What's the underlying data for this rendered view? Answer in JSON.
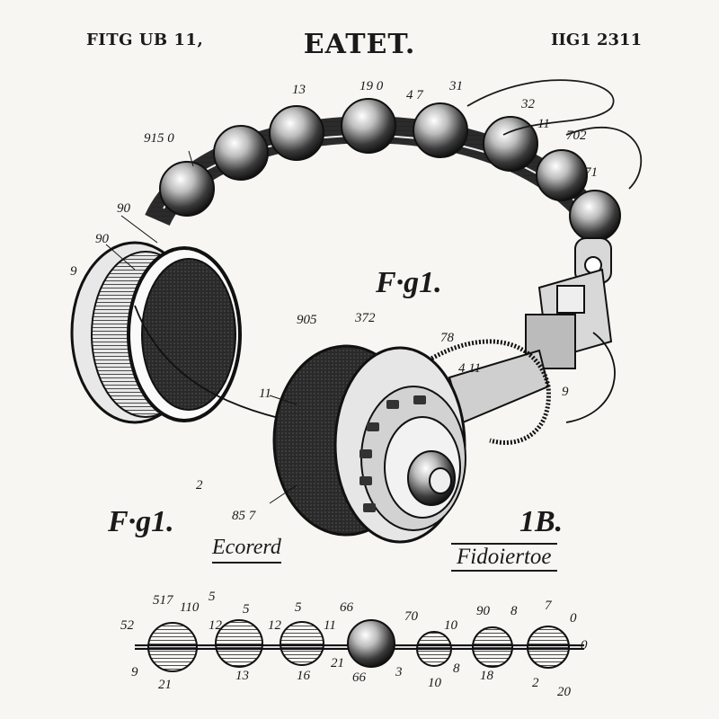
{
  "header": {
    "left": "FITG UB 11,",
    "title": "EATET.",
    "right": "IIG1 2311"
  },
  "figures": {
    "main": "F·g1.",
    "left": "F·g1.",
    "right": "1B."
  },
  "signatures": {
    "left": "Ecorerd",
    "right": "Fidoiertoe"
  },
  "callouts": {
    "top": [
      "13",
      "19 0",
      "4 7",
      "31",
      "32",
      "11",
      "702",
      "71",
      "915 0",
      "90",
      "90",
      "9"
    ],
    "middle": [
      "905",
      "372",
      "78",
      "4 11",
      "11",
      "9",
      "2",
      "85 7"
    ],
    "bottom": [
      "517",
      "110",
      "5",
      "5",
      "12",
      "5",
      "12",
      "66",
      "70",
      "10",
      "90",
      "8",
      "7",
      "0",
      "0",
      "52",
      "11",
      "9",
      "21",
      "13",
      "16",
      "21",
      "66",
      "3",
      "10",
      "8",
      "18",
      "2",
      "20"
    ]
  }
}
